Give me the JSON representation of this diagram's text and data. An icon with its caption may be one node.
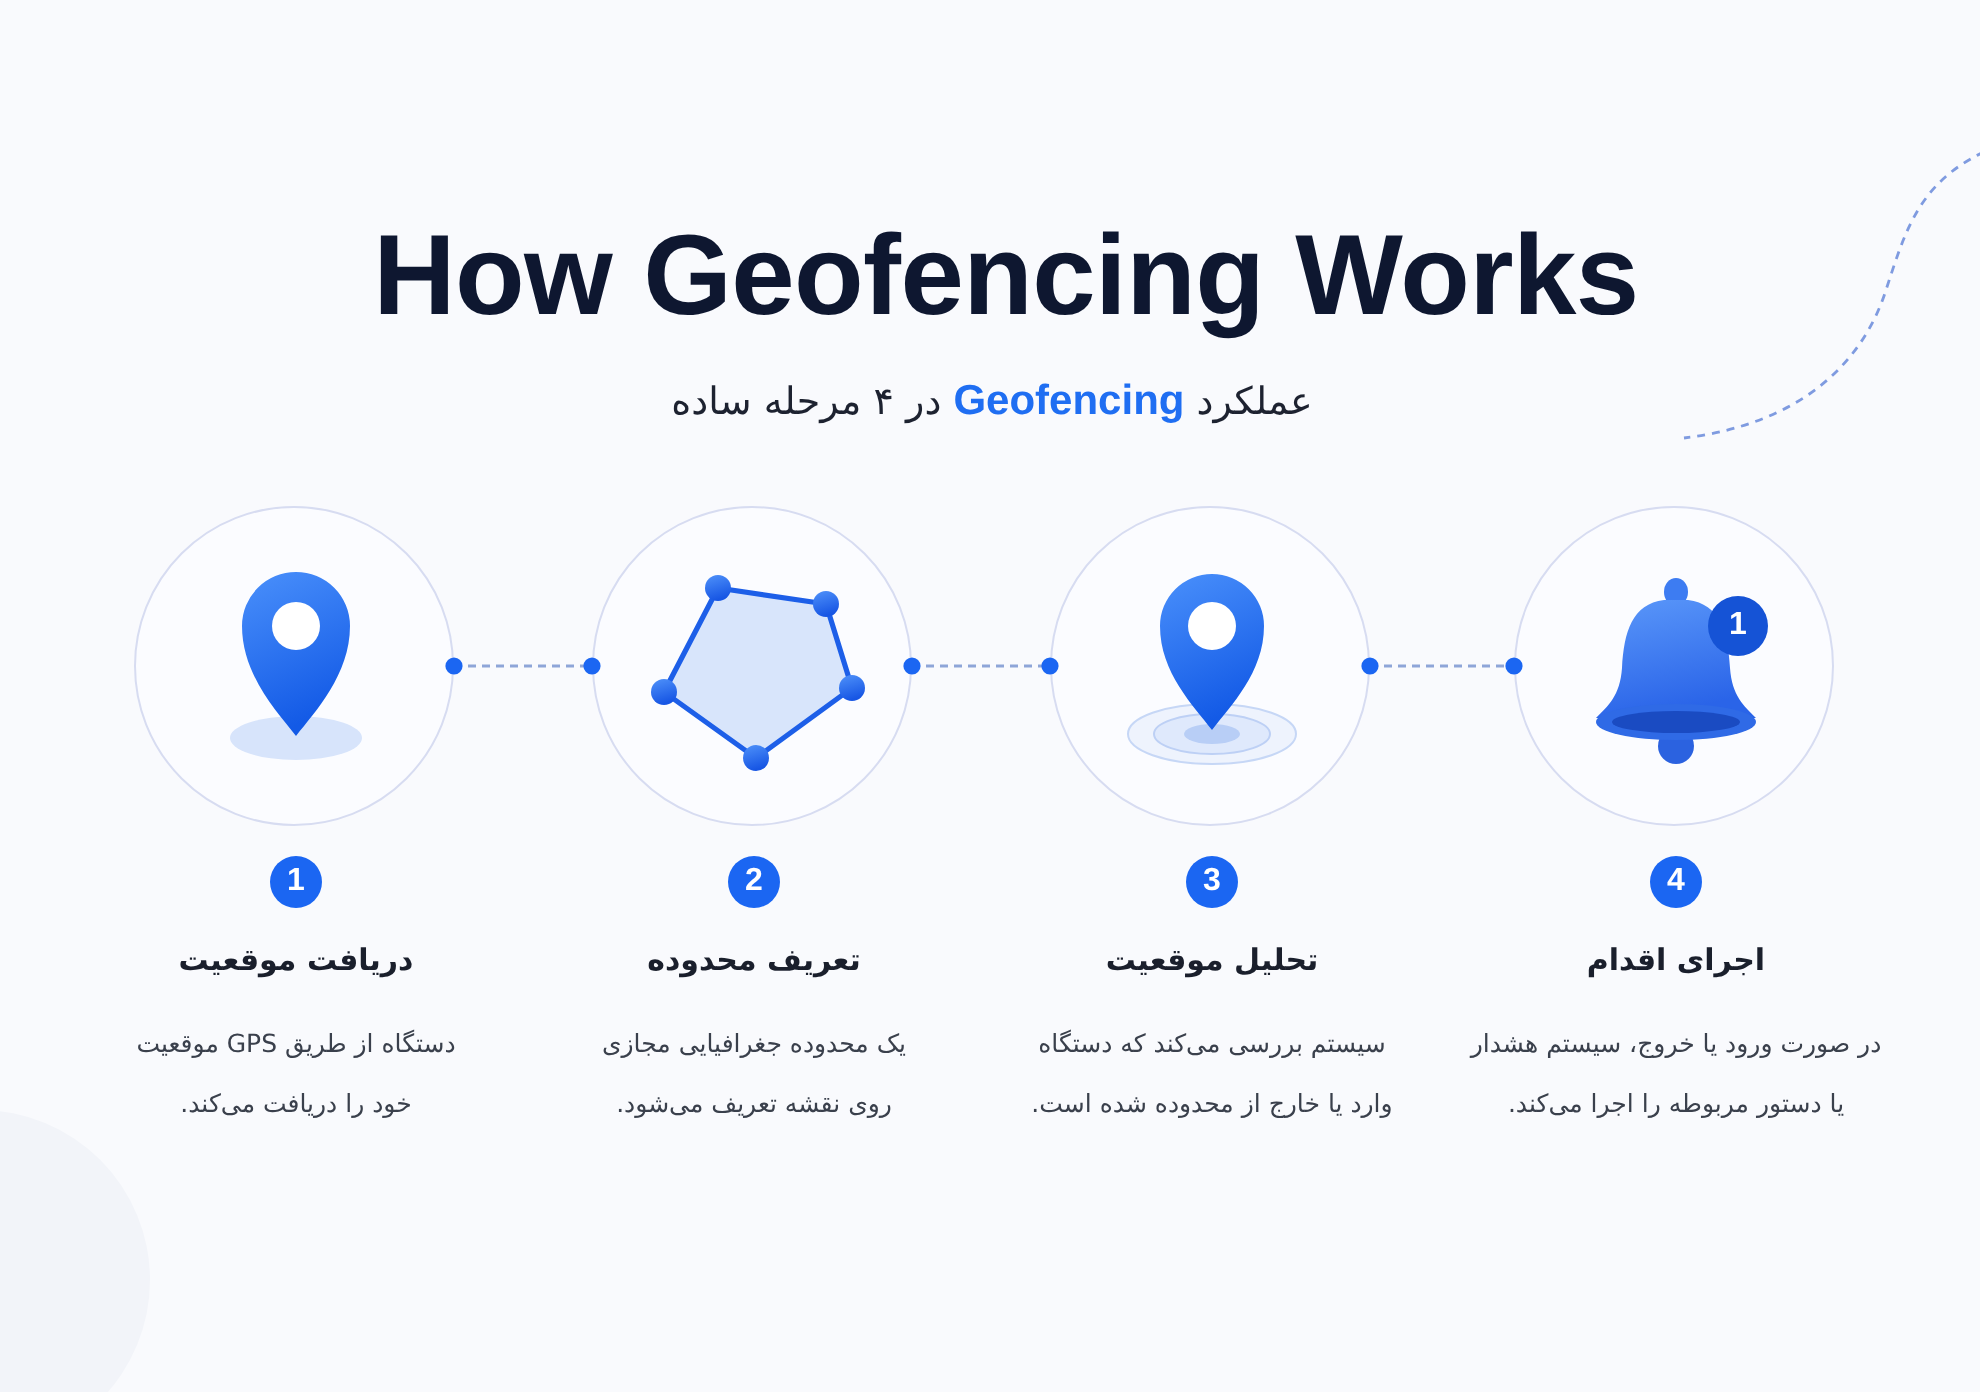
{
  "diagram": {
    "title": "How Geofencing Works",
    "nodes": [
      {
        "text": [
          "1",
          "دریافت موقعیت",
          "دستگاه از طریق GPS موقعیت خود را دریافت می‌کند."
        ]
      },
      {
        "text": [
          "2",
          "تعریف محدوده",
          "یک محدوده جغرافیایی مجازی روی نقشه تعریف می‌شود."
        ]
      },
      {
        "text": [
          "3",
          "تحلیل موقعیت",
          "سیستم بررسی می‌کند که دستگاه وارد یا خارج از محدوده شده است."
        ]
      },
      {
        "text": [
          "4",
          "اجرای اقدام",
          "در صورت ورود یا خروج، سیستم هشدار یا دستور مربوطه را اجرا می‌کند."
        ]
      }
    ],
    "edges": [
      {
        "from": 0,
        "to": 1,
        "arrow": "other",
        "style": "dashed"
      },
      {
        "from": 1,
        "to": 2,
        "arrow": "other",
        "style": "dashed"
      },
      {
        "from": 2,
        "to": 3,
        "arrow": "other",
        "style": "dashed"
      }
    ],
    "labels": [
      "عملکرد **Geofencing** در ۴ مرحله ساده",
      "1"
    ]
  }
}
